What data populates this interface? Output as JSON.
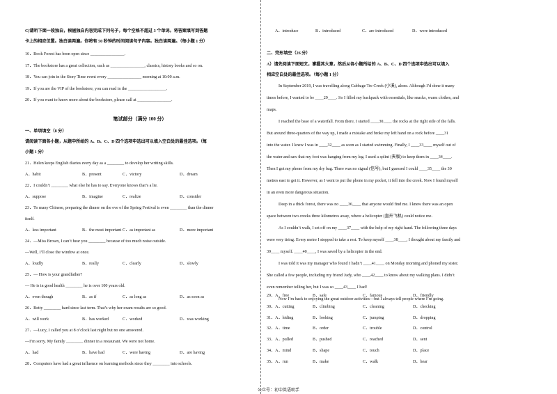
{
  "left": {
    "intro_c": [
      "C)请听下面一段独白，根据独白内容完成下列句子，每个空格不超过 3 个单词。将答案填写到答题",
      "卡上的相应位置。独白读两遍。你将有 50 秒钟的时间阅读句子内容。独白读两遍。（每小题 1 分）"
    ],
    "sentences": [
      "16．Book Forest has been open since ________________.",
      "17．The bookstore has a great collection, such as ________________, classics, history books and so on.",
      "18．You can join in the Story Time event every ________________ morning at 10:00 a.m.",
      "19．If you are the VIP of the bookstore, you can read in the __________________.",
      "20．If you want to know more about the bookstore, please call at ________________."
    ],
    "written_title": "笔试部分（满分 100 分）",
    "section1_title": "一、单项填空（8 分）",
    "section1_intro": [
      "请阅读下面各小题，从题中所给的 A、B、C、D 四个选项中选出可以填入空白处的最佳选项。（每",
      "小题 1 分）"
    ],
    "questions": [
      {
        "q": [
          "21．Helen keeps English diaries every day as a ________ to develop her writing skills."
        ],
        "opts": [
          "A．habit",
          "B．present",
          "C．victory",
          "D．dream"
        ]
      },
      {
        "q": [
          "22．I couldn’t ________ what else he has to say. Everyone knows that’s a lie."
        ],
        "opts": [
          "A．suppose",
          "B．imagine",
          "C．realize",
          "D．consider"
        ]
      },
      {
        "q": [
          "23．To many Chinese, preparing the dinner on the eve of the Spring Festival is even ________ than the dinner",
          "itself."
        ],
        "opts": [
          "A．less important",
          "B．the most important",
          "C．as important as",
          "D．more important"
        ]
      },
      {
        "q": [
          "24．—Miss Brown, I can’t hear you ________ because of too much noise outside.",
          "—Well, I’ll close the window at once."
        ],
        "opts": [
          "A．loudly",
          "B．really",
          "C．clearly",
          "D．slowly"
        ]
      },
      {
        "q": [
          "25．— How is your grandfather?",
          "— He is in good health ________ he is over 100 years old."
        ],
        "opts": [
          "A．even though",
          "B．as if",
          "C．as long as",
          "D．as soon as"
        ]
      },
      {
        "q": [
          "26．Betty ________ hard since last term. That’s why her exam results are so good."
        ],
        "opts": [
          "A．will work",
          "B．has worked",
          "C．worked",
          "D．was working"
        ]
      },
      {
        "q": [
          "27．—Lucy, I called you at 8 o’clock last night but no one answered.",
          "—I’m sorry. My family ________ dinner in a restaurant. We were not home."
        ],
        "opts": [
          "A．had",
          "B．have had",
          "C．were having",
          "D．are having"
        ]
      },
      {
        "q": [
          "28．Computers have had a great influence on learning methods since they ________ into schools."
        ],
        "opts": []
      }
    ]
  },
  "right": {
    "q28_opts": [
      "A．introduce",
      "B．introduced",
      "C．are introduced",
      "D．were introduced"
    ],
    "section2_title": "二、完形填空（26 分）",
    "section2_intro": [
      "A）请先阅读下面短文，掌握其大意，然后从各小题所给的 A、B、C、D 四个选项中选出可以填入",
      "相应空白处的最佳选项。（每小题 1 分）"
    ],
    "passage": [
      "In September 2019, I was travelling along Cabbage Tre Creek (小溪), alone. Although I’d done it many",
      "times before, I wanted to be ____29____. So I filled my backpack with essentials, like snacks, warm clothes, and",
      "maps.",
      "I reached the base of a waterfall. From there, I started ____30____ the rocks at the right side of the falls.",
      "But around three-quarters of the way up, I made a mistake and broke my left hand on a rock before ____31",
      "into the water. I knew I was in ____32____ as soon as I started swimming. Finally, I ____33____ myself out of",
      "the water and saw that my foot was hanging from my leg. I used a splint (夹板) to keep them in ____34____.",
      "Then I got my phone from my dry bag. There was no signal (信号), but I guessed I could ____35____ the 30",
      "metres east to get it. However, as I went to put the phone in my pocket, it fell into the creek. Now I found myself",
      "in an even more dangerous situation.",
      "Deep in a thick forest, there was no ____36____ that anyone would find me. I knew there was an open",
      "space between two creeks three kilometres away, where a helicopter (直升飞机) could notice me.",
      "As I couldn’t walk, I set off on my ____37____ with the help of my right hand. The following three days",
      "were very tiring. Every metre I stopped to take a rest. To keep myself ____38____, I thought about my family and",
      "39____ myself. ____40____, I was saved by a helicopter in the end.",
      "I was told it was my manager who found I hadn’t ____41____ on Monday morning and phoned my sister.",
      "She called a few people, including my friend Judy, who ____42____ to know about my walking plans. I didn’t",
      "even remember telling her, but I was so ____43____ I had!",
      "Now I’m back to enjoying the great outdoor activities—but I always tell people where I’m going."
    ],
    "choices": [
      [
        "29．A．free",
        "B．safe",
        "C．famous",
        "D．friendly"
      ],
      [
        "30．A．cutting",
        "B．climbing",
        "C．cleaning",
        "D．checking"
      ],
      [
        "31．A．hiding",
        "B．looking",
        "C．jumping",
        "D．dropping"
      ],
      [
        "32．A．time",
        "B．order",
        "C．trouble",
        "D．control"
      ],
      [
        "33．A．pulled",
        "B．pushed",
        "C．reached",
        "D．sent"
      ],
      [
        "34．A．mind",
        "B．shape",
        "C．touch",
        "D．place"
      ],
      [
        "35．A．run",
        "B．make",
        "C．walk",
        "D．hear"
      ]
    ]
  },
  "footer": "公众号：初中英语助手"
}
